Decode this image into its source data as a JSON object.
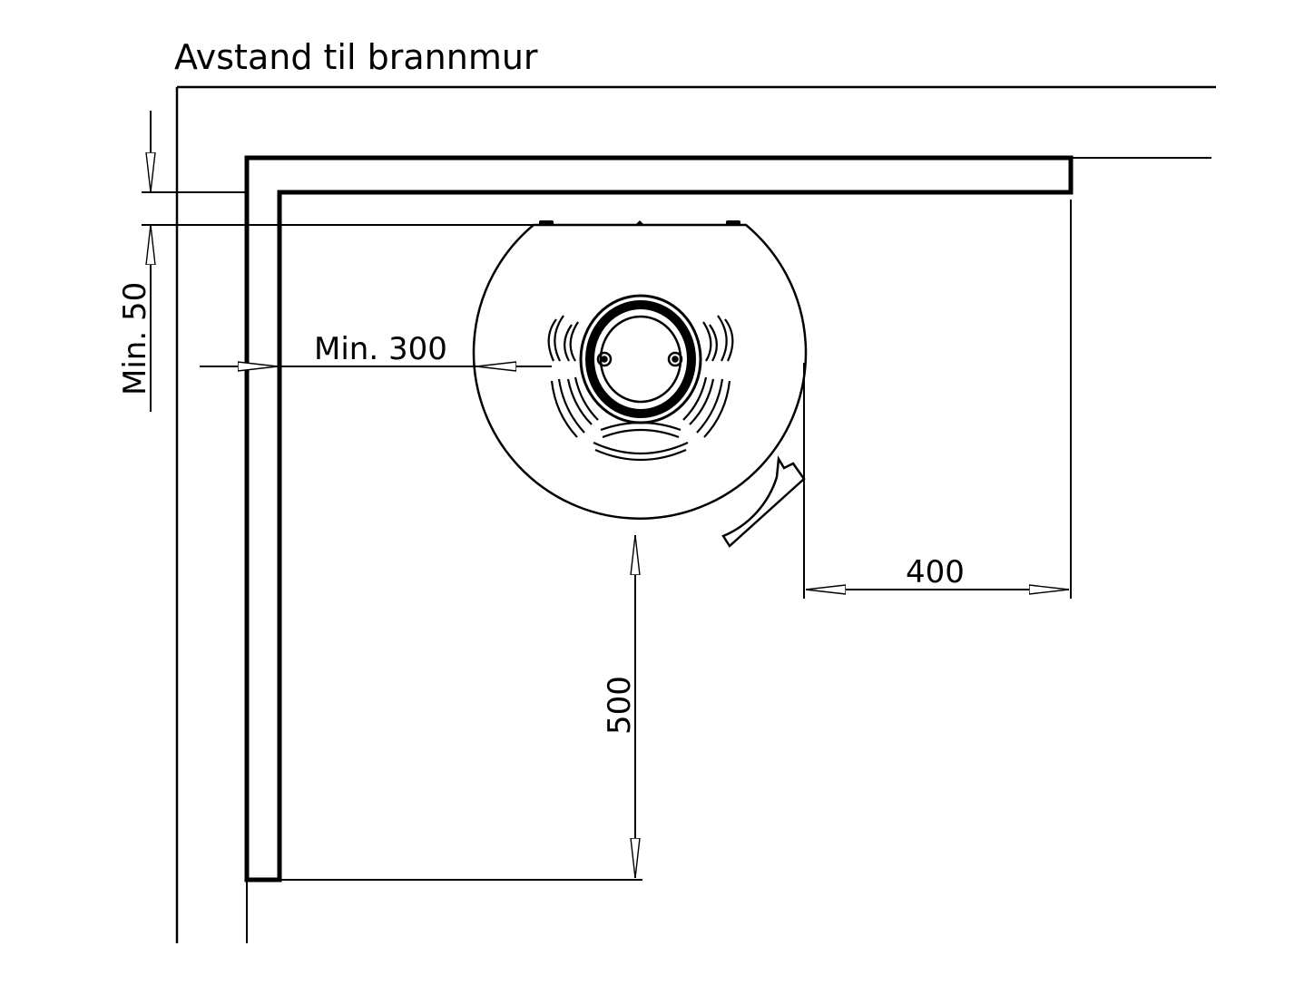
{
  "title": "Avstand til brannmur",
  "dimensions": {
    "top_gap": "Min. 50",
    "side_clearance": "Min. 300",
    "front_clearance": "500",
    "right_clearance": "400"
  },
  "colors": {
    "line": "#000000",
    "background": "#ffffff"
  }
}
